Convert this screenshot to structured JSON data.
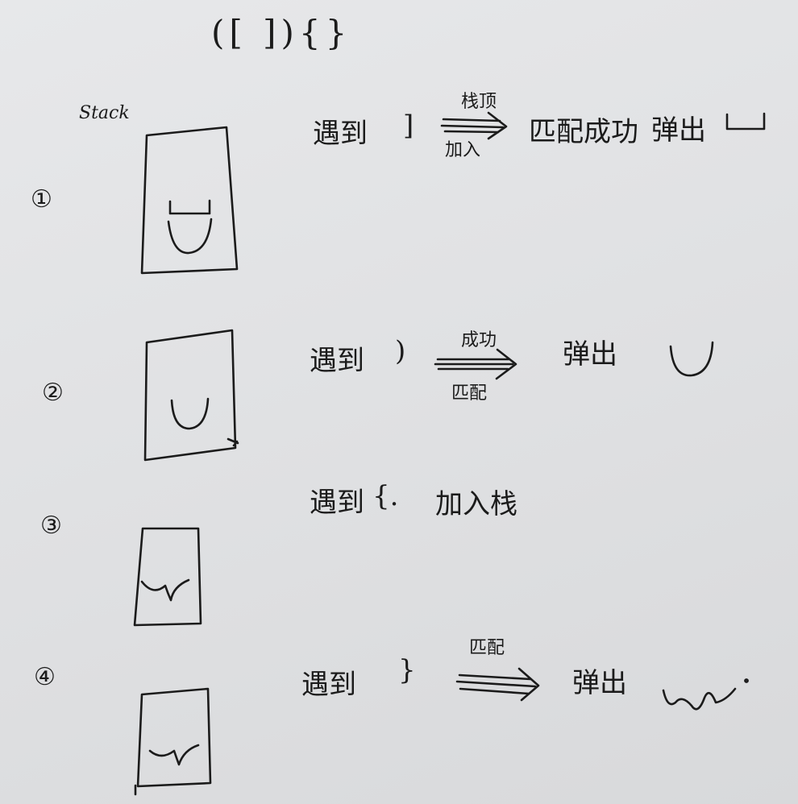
{
  "title": "([ ]){}",
  "stack_label": "Stack",
  "steps": [
    {
      "num": "①",
      "text": "遇到",
      "symbol": "]",
      "above": "栈顶",
      "below": "加入",
      "result": "匹配成功",
      "action": "弹出"
    },
    {
      "num": "②",
      "text": "遇到",
      "symbol": ")",
      "above": "成功",
      "below": "匹配",
      "action": "弹出"
    },
    {
      "num": "③",
      "text": "遇到",
      "symbol": "{.",
      "action": "加入栈"
    },
    {
      "num": "④",
      "text": "遇到",
      "symbol": "}",
      "above": "匹配",
      "action": "弹出"
    }
  ],
  "colors": {
    "ink": "#1b1b1b",
    "paper": "#e3e4e6"
  }
}
